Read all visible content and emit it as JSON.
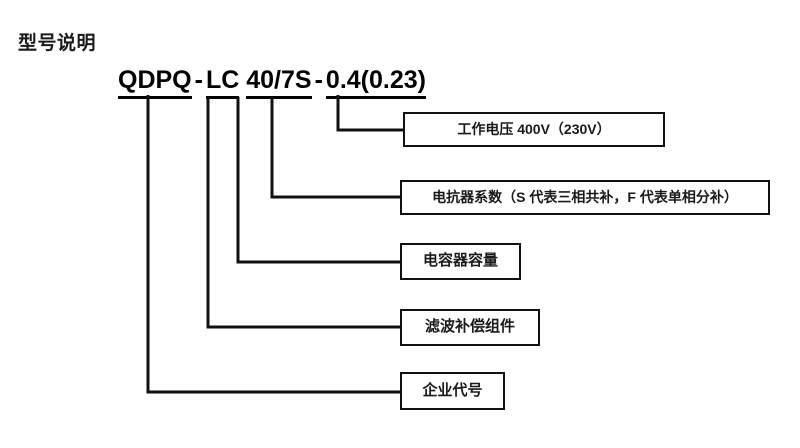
{
  "title": "型号说明",
  "model_number": {
    "full": "QDPQ - LC 40/7S - 0.4(0.23)",
    "segments": [
      {
        "key": "enterprise_code",
        "text": "QDPQ"
      },
      {
        "key": "component_code",
        "text": "LC"
      },
      {
        "key": "capacitance",
        "text": "40"
      },
      {
        "key": "slash",
        "text": "/"
      },
      {
        "key": "reactor_factor",
        "text": "7S"
      },
      {
        "key": "voltage",
        "text": "0.4(0.23)"
      }
    ],
    "separator": "-"
  },
  "callouts": [
    {
      "key": "voltage",
      "label": "工作电压 400V（230V）"
    },
    {
      "key": "reactor",
      "label": "电抗器系数（S 代表三相共补，F 代表单相分补）"
    },
    {
      "key": "capacitance",
      "label": "电容器容量"
    },
    {
      "key": "component",
      "label": "滤波补偿组件"
    },
    {
      "key": "enterprise",
      "label": "企业代号"
    }
  ],
  "colors": {
    "background": "#ffffff",
    "line": "#111111",
    "text": "#1a1a1a"
  }
}
